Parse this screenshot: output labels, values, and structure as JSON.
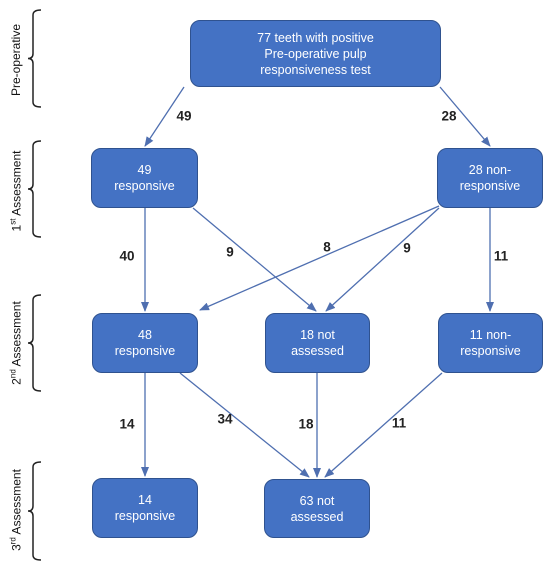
{
  "colors": {
    "box_fill": "#4472c4",
    "box_border": "#2f528f",
    "arrow": "#4f6fb0",
    "bracket": "#222222"
  },
  "stages": [
    {
      "id": "pre",
      "label": "Pre-operative",
      "ordinal": "",
      "suffix": ""
    },
    {
      "id": "first",
      "label": " Assessment",
      "ordinal": "1",
      "suffix": "st"
    },
    {
      "id": "second",
      "label": " Assessment",
      "ordinal": "2",
      "suffix": "nd"
    },
    {
      "id": "third",
      "label": " Assessment",
      "ordinal": "3",
      "suffix": "rd"
    }
  ],
  "nodes": {
    "root": "77 teeth with positive\nPre-operative pulp\nresponsiveness test",
    "a1_responsive": "49\nresponsive",
    "a1_non_responsive": "28 non-\nresponsive",
    "a2_responsive": "48\nresponsive",
    "a2_not_assessed": "18 not\nassessed",
    "a2_non_responsive": "11 non-\nresponsive",
    "a3_responsive": "14\nresponsive",
    "a3_not_assessed": "63 not\nassessed"
  },
  "edges": [
    {
      "from": "root",
      "to": "a1_responsive",
      "count": "49"
    },
    {
      "from": "root",
      "to": "a1_non_responsive",
      "count": "28"
    },
    {
      "from": "a1_responsive",
      "to": "a2_responsive",
      "count": "40"
    },
    {
      "from": "a1_responsive",
      "to": "a2_not_assessed",
      "count": "9"
    },
    {
      "from": "a1_non_responsive",
      "to": "a2_responsive",
      "count": "8"
    },
    {
      "from": "a1_non_responsive",
      "to": "a2_not_assessed",
      "count": "9"
    },
    {
      "from": "a1_non_responsive",
      "to": "a2_non_responsive",
      "count": "11"
    },
    {
      "from": "a2_responsive",
      "to": "a3_responsive",
      "count": "14"
    },
    {
      "from": "a2_responsive",
      "to": "a3_not_assessed",
      "count": "34"
    },
    {
      "from": "a2_not_assessed",
      "to": "a3_not_assessed",
      "count": "18"
    },
    {
      "from": "a2_non_responsive",
      "to": "a3_not_assessed",
      "count": "11"
    }
  ]
}
